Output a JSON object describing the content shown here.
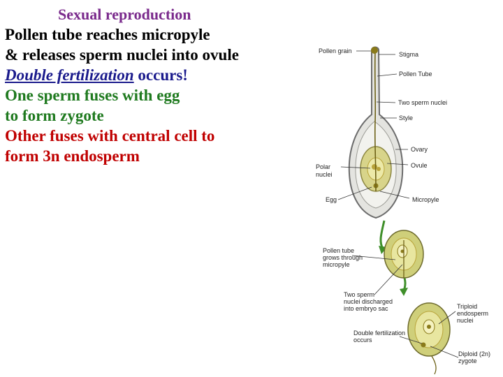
{
  "slide": {
    "title": "Sexual reproduction",
    "line1": "Pollen tube reaches micropyle",
    "line2": "& releases sperm nuclei into ovule",
    "line3_em": "Double fertilization",
    "line3_rest": " occurs!",
    "line4": "One sperm fuses with egg",
    "line5": "to form zygote",
    "line6": "Other fuses with central cell to",
    "line7": "form 3n endosperm"
  },
  "figure": {
    "labels": {
      "pollen_grain": "Pollen grain",
      "stigma": "Stigma",
      "pollen_tube": "Pollen Tube",
      "two_sperm": "Two sperm nuclei",
      "style": "Style",
      "ovary": "Ovary",
      "ovule": "Ovule",
      "polar_nuclei_1": "Polar",
      "polar_nuclei_2": "nuclei",
      "egg": "Egg",
      "micropyle": "Micropyle",
      "tube_grows_1": "Pollen tube",
      "tube_grows_2": "grows through",
      "tube_grows_3": "micropyle",
      "two_sperm_disch_1": "Two sperm",
      "two_sperm_disch_2": "nuclei discharged",
      "two_sperm_disch_3": "into embryo sac",
      "triploid_1": "Triploid",
      "triploid_2": "endosperm",
      "triploid_3": "nuclei",
      "double_fert_1": "Double fertilization",
      "double_fert_2": "occurs",
      "diploid_1": "Diploid (2n)",
      "diploid_2": "zygote"
    },
    "colors": {
      "ovary_outline": "#6b6b6b",
      "ovary_fill": "#e4e4e0",
      "ovule_fill": "#d8d48a",
      "ovule_dark": "#b9a43a",
      "pollen": "#8a7a1a",
      "arrow": "#3f8f2a"
    }
  }
}
